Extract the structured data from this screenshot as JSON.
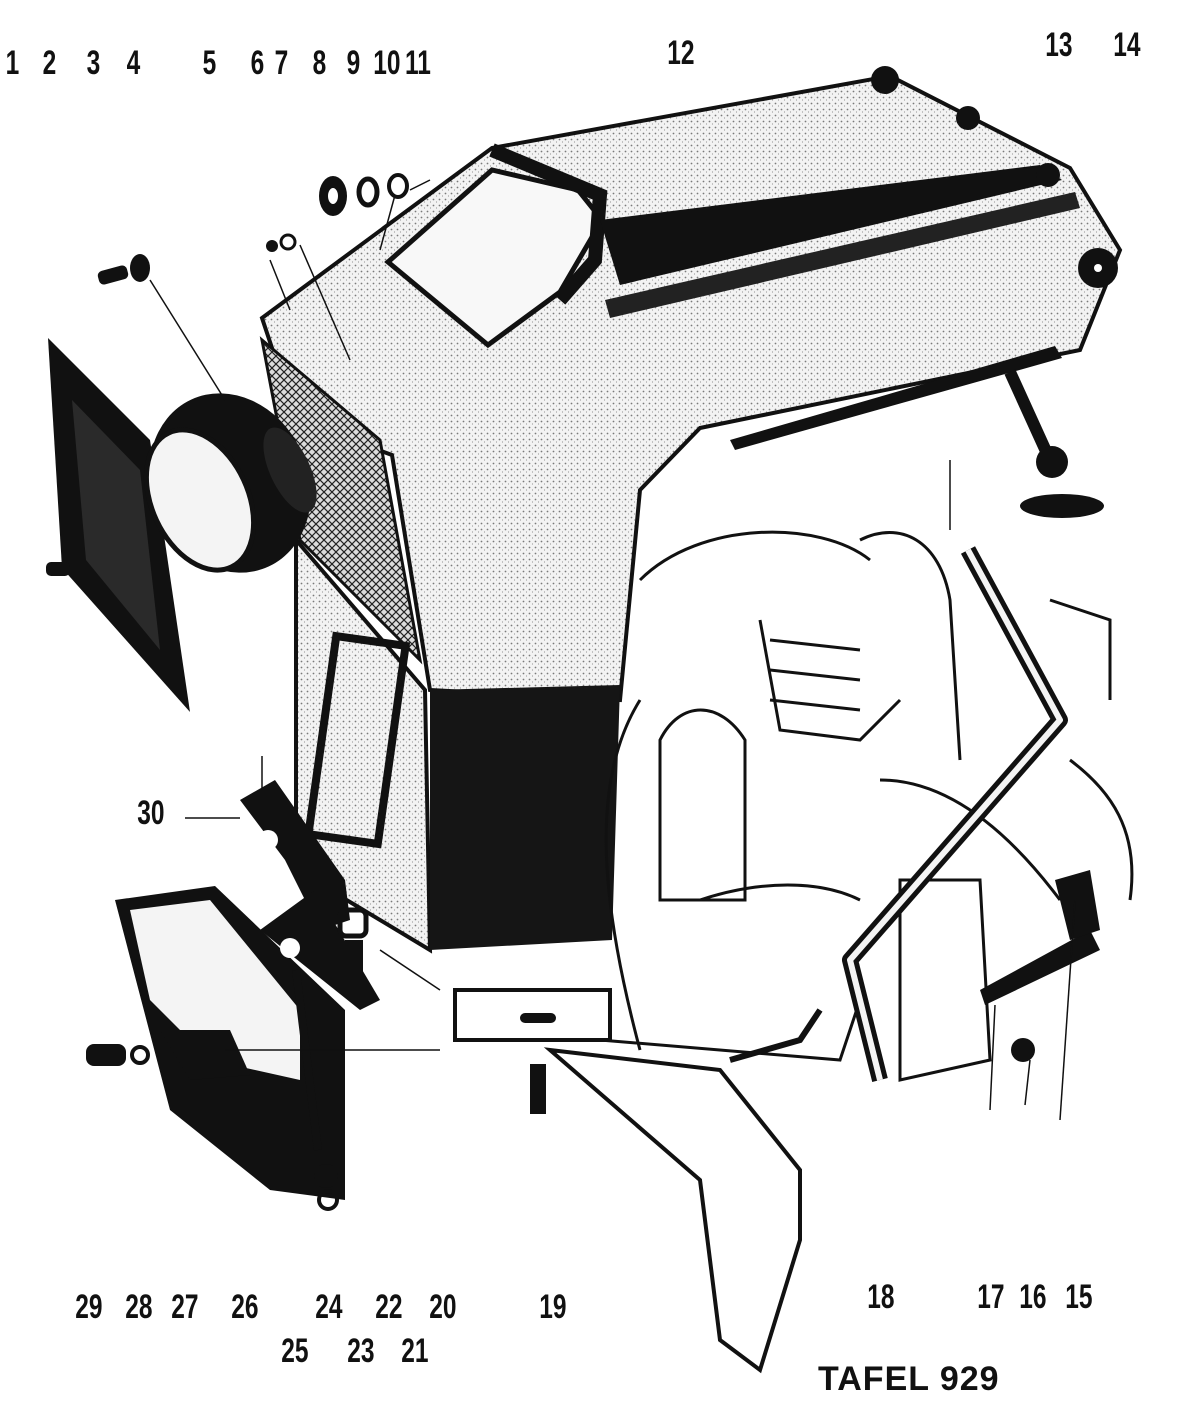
{
  "plate": {
    "title": "TAFEL 929"
  },
  "callouts": {
    "c1": "1",
    "c2": "2",
    "c3": "3",
    "c4": "4",
    "c5": "5",
    "c6": "6",
    "c7": "7",
    "c8": "8",
    "c9": "9",
    "c10": "10",
    "c11": "11",
    "c12": "12",
    "c13": "13",
    "c14": "14",
    "c15": "15",
    "c16": "16",
    "c17": "17",
    "c18": "18",
    "c19": "19",
    "c20": "20",
    "c21": "21",
    "c22": "22",
    "c23": "23",
    "c24": "24",
    "c25": "25",
    "c26": "26",
    "c27": "27",
    "c28": "28",
    "c29": "29",
    "c30": "30"
  },
  "colors": {
    "ink": "#111111",
    "paper": "#ffffff",
    "stipple": "#8a8a8a"
  }
}
